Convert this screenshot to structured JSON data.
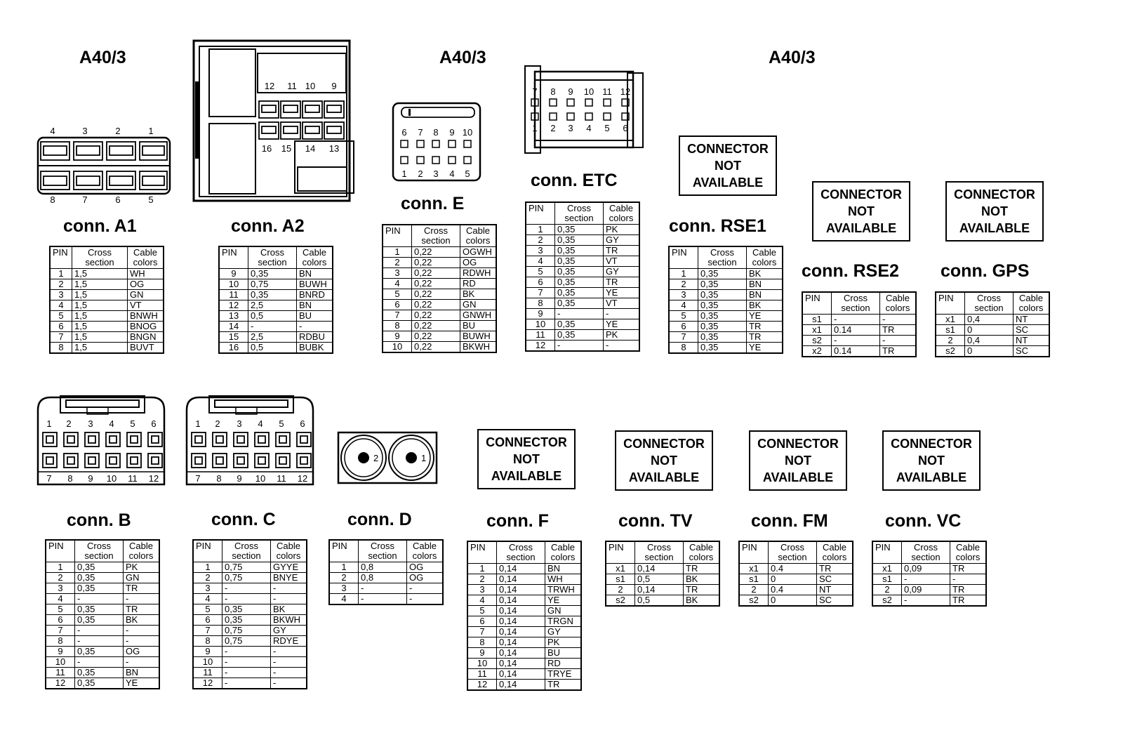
{
  "headings": [
    "A40/3",
    "A40/3",
    "A40/3"
  ],
  "table_headers": {
    "pin": "PIN",
    "cross": "Cross\nsection",
    "colors": "Cable\ncolors"
  },
  "na_label": [
    "CONNECTOR",
    "NOT",
    "AVAILABLE"
  ],
  "connectors": {
    "A1": {
      "title": "conn. A1",
      "rows": [
        [
          "1",
          "1,5",
          "WH"
        ],
        [
          "2",
          "1,5",
          "OG"
        ],
        [
          "3",
          "1,5",
          "GN"
        ],
        [
          "4",
          "1,5",
          "VT"
        ],
        [
          "5",
          "1,5",
          "BNWH"
        ],
        [
          "6",
          "1,5",
          "BNOG"
        ],
        [
          "7",
          "1,5",
          "BNGN"
        ],
        [
          "8",
          "1,5",
          "BUVT"
        ]
      ],
      "pin_labels_top": [
        "4",
        "3",
        "2",
        "1"
      ],
      "pin_labels_bottom": [
        "8",
        "7",
        "6",
        "5"
      ]
    },
    "A2": {
      "title": "conn. A2",
      "rows": [
        [
          "9",
          "0,35",
          "BN"
        ],
        [
          "10",
          "0,75",
          "BUWH"
        ],
        [
          "11",
          "0,35",
          "BNRD"
        ],
        [
          "12",
          "2,5",
          "BN"
        ],
        [
          "13",
          "0,5",
          "BU"
        ],
        [
          "14",
          "-",
          "-"
        ],
        [
          "15",
          "2,5",
          "RDBU"
        ],
        [
          "16",
          "0,5",
          "BUBK"
        ]
      ],
      "pin_labels_top": [
        "12",
        "11",
        "10",
        "9"
      ],
      "pin_labels_bottom": [
        "16",
        "15",
        "14",
        "13"
      ]
    },
    "E": {
      "title": "conn. E",
      "rows": [
        [
          "1",
          "0,22",
          "OGWH"
        ],
        [
          "2",
          "0,22",
          "OG"
        ],
        [
          "3",
          "0,22",
          "RDWH"
        ],
        [
          "4",
          "0,22",
          "RD"
        ],
        [
          "5",
          "0,22",
          "BK"
        ],
        [
          "6",
          "0,22",
          "GN"
        ],
        [
          "7",
          "0,22",
          "GNWH"
        ],
        [
          "8",
          "0,22",
          "BU"
        ],
        [
          "9",
          "0,22",
          "BUWH"
        ],
        [
          "10",
          "0,22",
          "BKWH"
        ]
      ],
      "pin_labels_top": [
        "6",
        "7",
        "8",
        "9",
        "10"
      ],
      "pin_labels_bottom": [
        "1",
        "2",
        "3",
        "4",
        "5"
      ]
    },
    "ETC": {
      "title": "conn. ETC",
      "rows": [
        [
          "1",
          "0,35",
          "PK"
        ],
        [
          "2",
          "0,35",
          "GY"
        ],
        [
          "3",
          "0,35",
          "TR"
        ],
        [
          "4",
          "0,35",
          "VT"
        ],
        [
          "5",
          "0,35",
          "GY"
        ],
        [
          "6",
          "0,35",
          "TR"
        ],
        [
          "7",
          "0,35",
          "YE"
        ],
        [
          "8",
          "0,35",
          "VT"
        ],
        [
          "9",
          "-",
          "-"
        ],
        [
          "10",
          "0,35",
          "YE"
        ],
        [
          "11",
          "0,35",
          "PK"
        ],
        [
          "12",
          "-",
          "-"
        ]
      ],
      "pin_labels_top": [
        "7",
        "8",
        "9",
        "10",
        "11",
        "12"
      ],
      "pin_labels_bottom": [
        "1",
        "2",
        "3",
        "4",
        "5",
        "6"
      ]
    },
    "RSE1": {
      "title": "conn. RSE1",
      "rows": [
        [
          "1",
          "0,35",
          "BK"
        ],
        [
          "2",
          "0,35",
          "BN"
        ],
        [
          "3",
          "0,35",
          "BN"
        ],
        [
          "4",
          "0,35",
          "BK"
        ],
        [
          "5",
          "0,35",
          "YE"
        ],
        [
          "6",
          "0,35",
          "TR"
        ],
        [
          "7",
          "0,35",
          "TR"
        ],
        [
          "8",
          "0,35",
          "YE"
        ]
      ]
    },
    "RSE2": {
      "title": "conn. RSE2",
      "rows": [
        [
          "s1",
          "-",
          "-"
        ],
        [
          "x1",
          "0.14",
          "TR"
        ],
        [
          "s2",
          "-",
          "-"
        ],
        [
          "x2",
          "0.14",
          "TR"
        ]
      ]
    },
    "GPS": {
      "title": "conn. GPS",
      "rows": [
        [
          "x1",
          "0,4",
          "NT"
        ],
        [
          "s1",
          "0",
          "SC"
        ],
        [
          "2",
          "0,4",
          "NT"
        ],
        [
          "s2",
          "0",
          "SC"
        ]
      ]
    },
    "B": {
      "title": "conn. B",
      "rows": [
        [
          "1",
          "0,35",
          "PK"
        ],
        [
          "2",
          "0,35",
          "GN"
        ],
        [
          "3",
          "0,35",
          "TR"
        ],
        [
          "4",
          "-",
          "-"
        ],
        [
          "5",
          "0,35",
          "TR"
        ],
        [
          "6",
          "0,35",
          "BK"
        ],
        [
          "7",
          "-",
          "-"
        ],
        [
          "8",
          "-",
          "-"
        ],
        [
          "9",
          "0,35",
          "OG"
        ],
        [
          "10",
          "-",
          "-"
        ],
        [
          "11",
          "0,35",
          "BN"
        ],
        [
          "12",
          "0,35",
          "YE"
        ]
      ],
      "pin_labels_top": [
        "1",
        "2",
        "3",
        "4",
        "5",
        "6"
      ],
      "pin_labels_bottom": [
        "7",
        "8",
        "9",
        "10",
        "11",
        "12"
      ]
    },
    "C": {
      "title": "conn. C",
      "rows": [
        [
          "1",
          "0,75",
          "GYYE"
        ],
        [
          "2",
          "0,75",
          "BNYE"
        ],
        [
          "3",
          "-",
          "-"
        ],
        [
          "4",
          "-",
          "-"
        ],
        [
          "5",
          "0,35",
          "BK"
        ],
        [
          "6",
          "0,35",
          "BKWH"
        ],
        [
          "7",
          "0,75",
          "GY"
        ],
        [
          "8",
          "0,75",
          "RDYE"
        ],
        [
          "9",
          "-",
          "-"
        ],
        [
          "10",
          "-",
          "-"
        ],
        [
          "11",
          "-",
          "-"
        ],
        [
          "12",
          "-",
          "-"
        ]
      ],
      "pin_labels_top": [
        "1",
        "2",
        "3",
        "4",
        "5",
        "6"
      ],
      "pin_labels_bottom": [
        "7",
        "8",
        "9",
        "10",
        "11",
        "12"
      ]
    },
    "D": {
      "title": "conn. D",
      "rows": [
        [
          "1",
          "0,8",
          "OG"
        ],
        [
          "2",
          "0,8",
          "OG"
        ],
        [
          "3",
          "-",
          "-"
        ],
        [
          "4",
          "-",
          "-"
        ]
      ],
      "pin_labels": [
        "2",
        "1"
      ]
    },
    "F": {
      "title": "conn. F",
      "rows": [
        [
          "1",
          "0,14",
          "BN"
        ],
        [
          "2",
          "0,14",
          "WH"
        ],
        [
          "3",
          "0,14",
          "TRWH"
        ],
        [
          "4",
          "0,14",
          "YE"
        ],
        [
          "5",
          "0,14",
          "GN"
        ],
        [
          "6",
          "0,14",
          "TRGN"
        ],
        [
          "7",
          "0,14",
          "GY"
        ],
        [
          "8",
          "0,14",
          "PK"
        ],
        [
          "9",
          "0,14",
          "BU"
        ],
        [
          "10",
          "0,14",
          "RD"
        ],
        [
          "11",
          "0,14",
          "TRYE"
        ],
        [
          "12",
          "0,14",
          "TR"
        ]
      ]
    },
    "TV": {
      "title": "conn. TV",
      "rows": [
        [
          "x1",
          "0,14",
          "TR"
        ],
        [
          "s1",
          "0,5",
          "BK"
        ],
        [
          "2",
          "0,14",
          "TR"
        ],
        [
          "s2",
          "0,5",
          "BK"
        ]
      ]
    },
    "FM": {
      "title": "conn. FM",
      "rows": [
        [
          "x1",
          "0.4",
          "TR"
        ],
        [
          "s1",
          "0",
          "SC"
        ],
        [
          "2",
          "0.4",
          "NT"
        ],
        [
          "s2",
          "0",
          "SC"
        ]
      ]
    },
    "VC": {
      "title": "conn. VC",
      "rows": [
        [
          "x1",
          "0,09",
          "TR"
        ],
        [
          "s1",
          "-",
          "-"
        ],
        [
          "2",
          "0,09",
          "TR"
        ],
        [
          "s2",
          "-",
          "TR"
        ]
      ]
    }
  }
}
